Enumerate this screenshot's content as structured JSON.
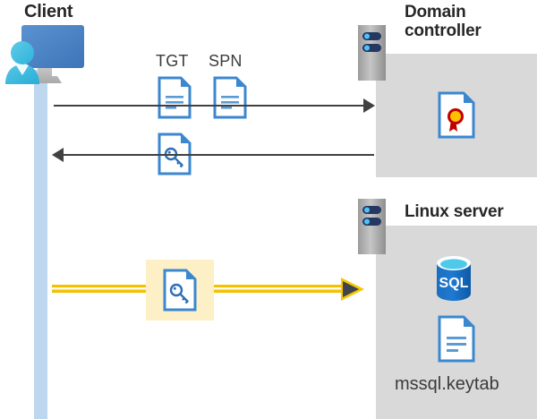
{
  "diagram": {
    "title_client": "Client",
    "title_domain_controller": "Domain\ncontroller",
    "title_linux_server": "Linux server",
    "colors": {
      "panel_gray": "#d9d9d9",
      "lifeline_blue": "#bdd7ee",
      "arrow_dark": "#414141",
      "gold": "#f2c200",
      "highlight_yellow": "#fdf0c6",
      "doc_blue": "#3b87d0",
      "title_text": "#272727"
    }
  },
  "client": {
    "label": "Client",
    "icon": "user-computer-icon",
    "lifeline": "client-lifeline"
  },
  "messages": [
    {
      "id": "request",
      "direction": "right",
      "labels": [
        "TGT",
        "SPN"
      ],
      "icons": [
        "tgt-document-icon",
        "spn-document-icon"
      ]
    },
    {
      "id": "response",
      "direction": "left",
      "labels": [],
      "icons": [
        "key-document-icon"
      ]
    },
    {
      "id": "authenticate",
      "direction": "right",
      "style": "gold-double-line",
      "labels": [],
      "icons": [
        "key-document-icon"
      ],
      "highlighted": true
    }
  ],
  "domain_controller": {
    "title": "Domain\ncontroller",
    "server_icon": "server-rack-icon",
    "contents": [
      {
        "icon": "certificate-document-icon",
        "label": ""
      }
    ]
  },
  "linux_server": {
    "title": "Linux server",
    "server_icon": "server-rack-icon",
    "contents": [
      {
        "icon": "sql-database-icon",
        "label": "SQL"
      },
      {
        "icon": "keytab-document-icon",
        "label": "mssql.keytab"
      }
    ],
    "sql_label": "SQL",
    "keytab_filename": "mssql.keytab"
  },
  "doc_labels": {
    "tgt": "TGT",
    "spn": "SPN"
  }
}
